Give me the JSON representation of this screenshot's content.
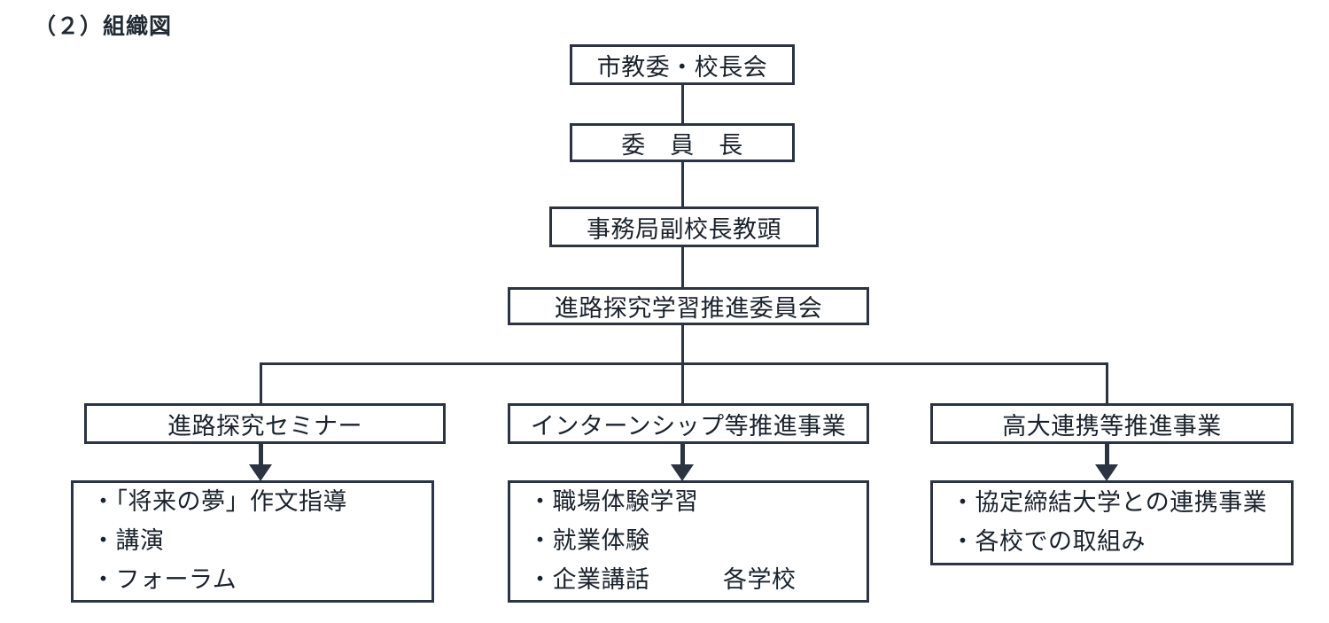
{
  "document": {
    "section_label": "（２）組織図"
  },
  "chart_data": {
    "type": "diagram",
    "title": "（２）組織図",
    "hierarchy": [
      {
        "level": 1,
        "id": "city-board",
        "label": "市教委・校長会"
      },
      {
        "level": 2,
        "id": "chairperson",
        "label": "委　員　長"
      },
      {
        "level": 3,
        "id": "secretariat",
        "label": "事務局副校長教頭"
      },
      {
        "level": 4,
        "id": "committee",
        "label": "進路探究学習推進委員会"
      },
      {
        "level": 5,
        "id": "seminar",
        "label": "進路探究セミナー"
      },
      {
        "level": 5,
        "id": "internship",
        "label": "インターンシップ等推進事業"
      },
      {
        "level": 5,
        "id": "univ-partnership",
        "label": "高大連携等推進事業"
      }
    ],
    "branches": [
      {
        "id": "seminar",
        "header": "進路探究セミナー",
        "items": [
          "・「将来の夢」作文指導",
          "・講演",
          "・フォーラム"
        ]
      },
      {
        "id": "internship",
        "header": "インターンシップ等推進事業",
        "items": [
          "・職場体験学習",
          "・就業体験",
          "・企業講話　　　各学校"
        ]
      },
      {
        "id": "univ-partnership",
        "header": "高大連携等推進事業",
        "items": [
          "・協定締結大学との連携事業",
          "・各校での取組み"
        ]
      }
    ],
    "colors": {
      "line": "#2b3440",
      "text": "#1a222c",
      "background": "#ffffff"
    }
  },
  "nodes": {
    "city_board": "市教委・校長会",
    "chairperson": "委　員　長",
    "secretariat": "事務局副校長教頭",
    "committee": "進路探究学習推進委員会",
    "seminar": "進路探究セミナー",
    "internship": "インターンシップ等推進事業",
    "university": "高大連携等推進事業"
  },
  "panels": {
    "seminar": {
      "line1": "・「将来の夢」作文指導",
      "line2": "・講演",
      "line3": "・フォーラム"
    },
    "internship": {
      "line1": "・職場体験学習",
      "line2": "・就業体験",
      "line3": "・企業講話　　　各学校"
    },
    "university": {
      "line1": "・協定締結大学との連携事業",
      "line2": "・各校での取組み"
    }
  }
}
